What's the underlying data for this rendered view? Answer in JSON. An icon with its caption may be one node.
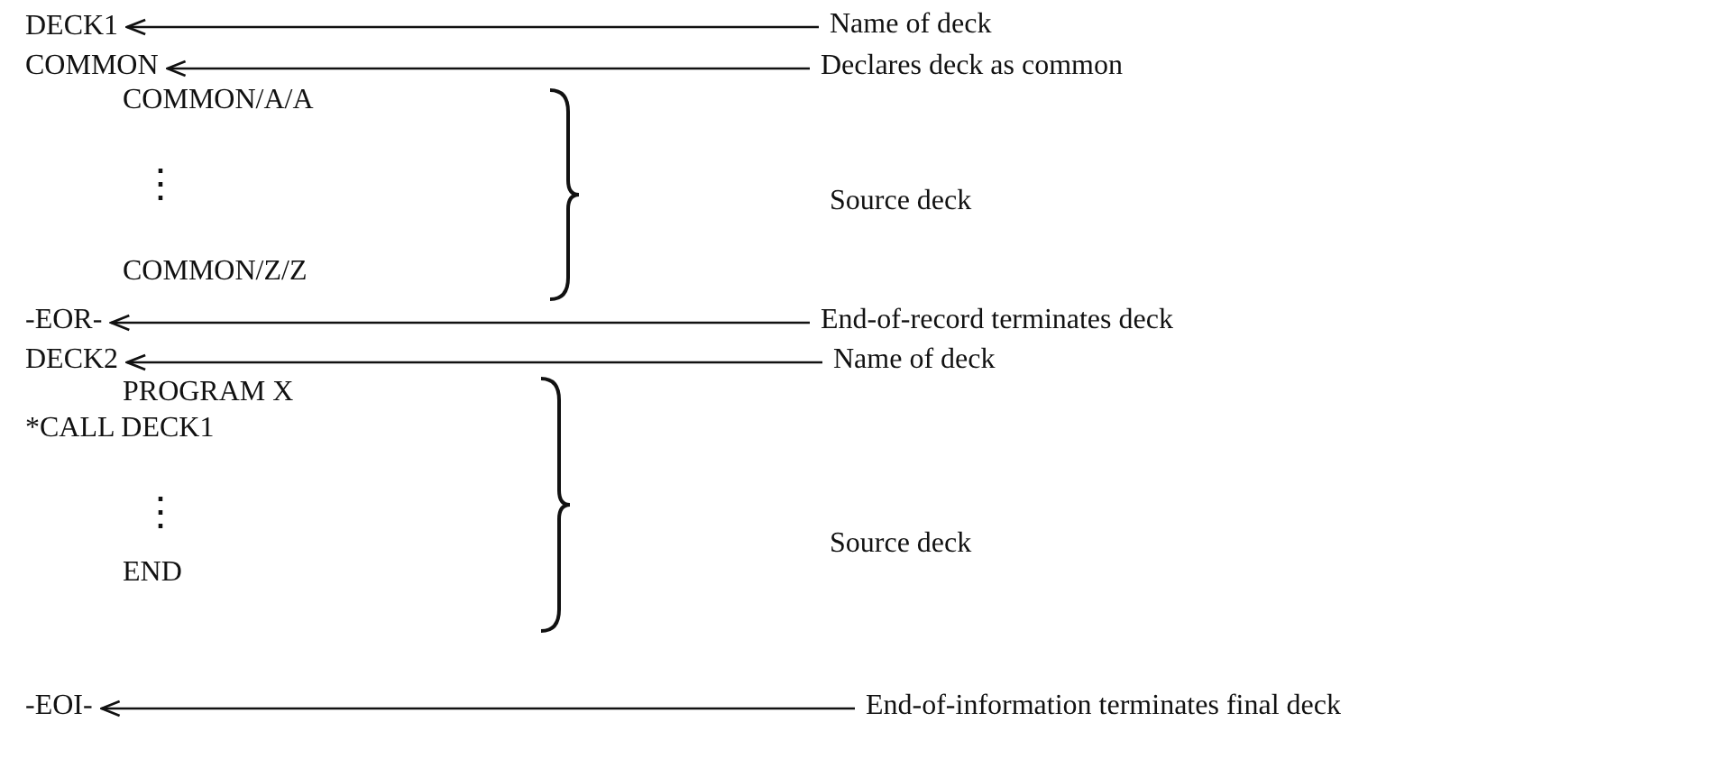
{
  "diagram": {
    "nodes": [
      {
        "text": [
          "DECK1"
        ]
      },
      {
        "text": [
          "Name of deck"
        ]
      },
      {
        "text": [
          "COMMON"
        ]
      },
      {
        "text": [
          "Declares deck as common"
        ]
      },
      {
        "text": [
          "-EOR-"
        ]
      },
      {
        "text": [
          "End-of-record terminates deck"
        ]
      },
      {
        "text": [
          "DECK2"
        ]
      },
      {
        "text": [
          "Name of deck"
        ]
      },
      {
        "text": [
          "-EOI-"
        ]
      },
      {
        "text": [
          "End-of-information terminates final deck"
        ]
      }
    ],
    "edges": [
      {
        "from": 1,
        "to": 0,
        "arrow": "to"
      },
      {
        "from": 3,
        "to": 2,
        "arrow": "to"
      },
      {
        "from": 5,
        "to": 4,
        "arrow": "to"
      },
      {
        "from": 7,
        "to": 6,
        "arrow": "to"
      },
      {
        "from": 9,
        "to": 8,
        "arrow": "to"
      }
    ],
    "labels": [
      "COMMON/A/A",
      "⋮",
      "COMMON/Z/Z",
      "Source deck",
      "PROGRAM X",
      "*CALL DECK1",
      "⋮",
      "END",
      "Source deck"
    ]
  }
}
